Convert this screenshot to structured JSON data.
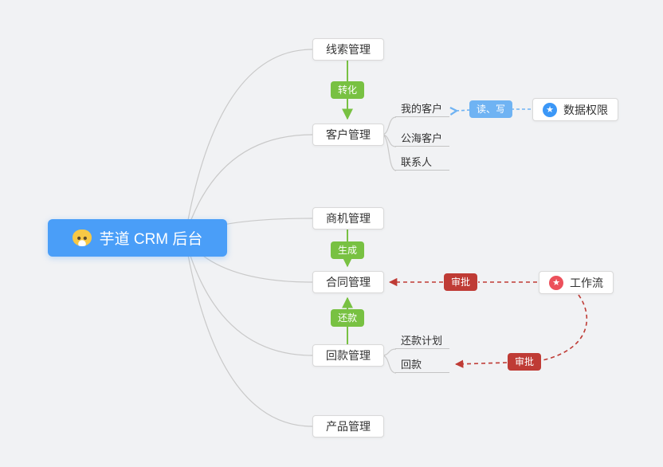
{
  "colors": {
    "bg": "#f1f2f4",
    "root_blue": "#4a9ef8",
    "green": "#78c142",
    "red": "#bf3b35",
    "light_blue": "#6fb3f3",
    "line_gray": "#c9c9c9",
    "node_border": "#d9d9d9",
    "text": "#333333",
    "star_blue": "#3b97f7",
    "star_red": "#ec505b"
  },
  "root": {
    "label": "芋道 CRM 后台"
  },
  "branches": {
    "lead": {
      "label": "线索管理"
    },
    "customer": {
      "label": "客户管理"
    },
    "opportunity": {
      "label": "商机管理"
    },
    "contract": {
      "label": "合同管理"
    },
    "receivable": {
      "label": "回款管理"
    },
    "product": {
      "label": "产品管理"
    }
  },
  "leaves": {
    "my_customer": "我的客户",
    "public_customer": "公海客户",
    "contact": "联系人",
    "repayment_plan": "还款计划",
    "receipt": "回款"
  },
  "tags": {
    "convert": "转化",
    "generate": "生成",
    "repay": "还款",
    "read_write": "读、写",
    "approve_contract": "审批",
    "approve_receivable": "审批"
  },
  "side_nodes": {
    "data_permission": {
      "label": "数据权限",
      "icon": "★"
    },
    "workflow": {
      "label": "工作流",
      "icon": "★"
    }
  }
}
